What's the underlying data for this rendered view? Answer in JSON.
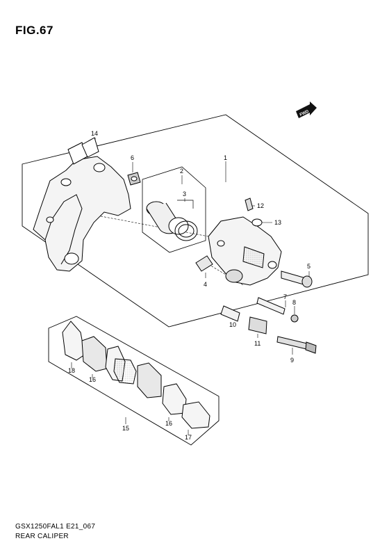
{
  "figure": {
    "title": "FIG.67"
  },
  "footer": {
    "code": "GSX1250FAL1 E21_067",
    "name": "REAR CALIPER"
  },
  "direction_badge": {
    "text": "FWD"
  },
  "callouts": [
    "1",
    "2",
    "3",
    "4",
    "5",
    "6",
    "7",
    "8",
    "9",
    "10",
    "11",
    "12",
    "13",
    "14",
    "15",
    "16",
    "16",
    "17",
    "18"
  ]
}
